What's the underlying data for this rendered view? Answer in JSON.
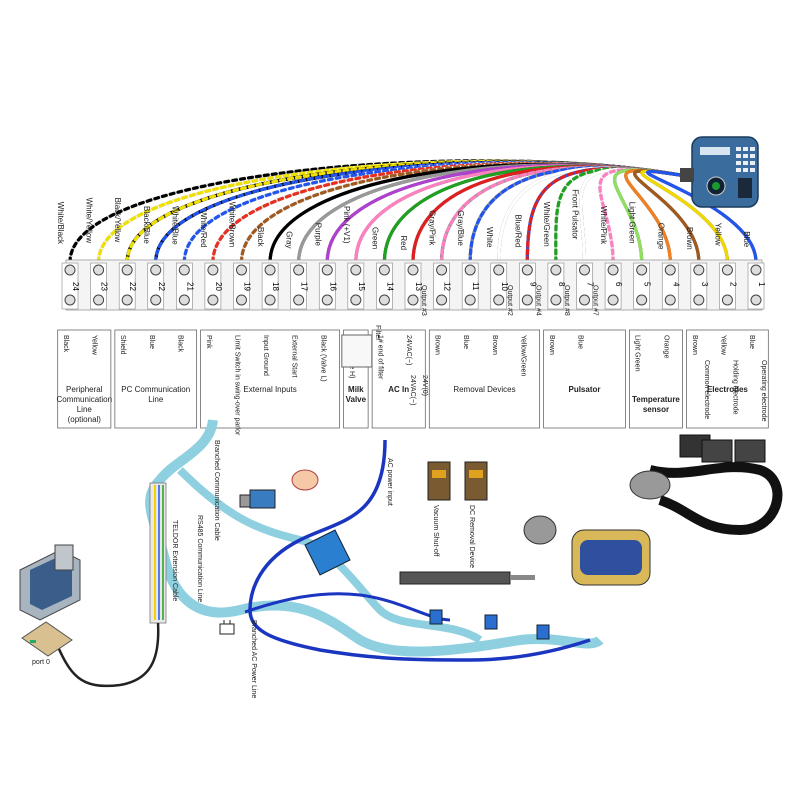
{
  "terminals": [
    {
      "num": "24",
      "wire": "White/Black",
      "color": "#ffffff",
      "color2": "#000000",
      "box": "Black"
    },
    {
      "num": "23",
      "wire": "White/Yellow",
      "color": "#ffffff",
      "color2": "#f0e000",
      "box": "Yellow"
    },
    {
      "num": "22",
      "wire": "Black/Yellow",
      "color": "#000000",
      "color2": "#f0e000",
      "box": "Shield"
    },
    {
      "num": "22",
      "wire": "Black/Blue",
      "color": "#000000",
      "color2": "#2255ee",
      "box": "Blue"
    },
    {
      "num": "21",
      "wire": "White/Blue",
      "color": "#ffffff",
      "color2": "#2255ee",
      "box": "Black"
    },
    {
      "num": "20",
      "wire": "White/Red",
      "color": "#ffffff",
      "color2": "#e83020",
      "box": "Pink"
    },
    {
      "num": "19",
      "wire": "White/Brown",
      "color": "#ffffff",
      "color2": "#a05a20",
      "box": "Limit Switch in swing-over parlor"
    },
    {
      "num": "18",
      "wire": "Black",
      "color": "#000000",
      "color2": "",
      "box": "Input Ground"
    },
    {
      "num": "17",
      "wire": "Gray",
      "color": "#999999",
      "color2": "",
      "box": "External Start"
    },
    {
      "num": "16",
      "wire": "Purple",
      "color": "#b040d0",
      "color2": "",
      "box": "Black (Valve L)"
    },
    {
      "num": "15",
      "wire": "Pink (+V1)",
      "color": "#ff80c0",
      "color2": "",
      "box": "Red (Valve H)"
    },
    {
      "num": "14",
      "wire": "Green",
      "color": "#20a020",
      "color2": "",
      "box": "1# end of filter"
    },
    {
      "num": "13",
      "wire": "Red",
      "color": "#e02020",
      "color2": "",
      "box": "24VAC(~)"
    },
    {
      "num": "12",
      "wire": "Gray/Pink",
      "color": "#999999",
      "color2": "#ff80c0",
      "box": "Brown"
    },
    {
      "num": "11",
      "wire": "Gray/Blue",
      "color": "#999999",
      "color2": "#2255ee",
      "box": "Blue"
    },
    {
      "num": "10",
      "wire": "White",
      "color": "#ffffff",
      "color2": "",
      "box": "Brown"
    },
    {
      "num": "9",
      "wire": "Blue/Red",
      "color": "#2255ee",
      "color2": "#e02020",
      "box": "Yellow/Green"
    },
    {
      "num": "8",
      "wire": "White/Green",
      "color": "#ffffff",
      "color2": "#20a020",
      "box": "Brown"
    },
    {
      "num": "7",
      "wire": "Front Pulsator",
      "color": "#ffffff",
      "color2": "",
      "box": "Blue"
    },
    {
      "num": "6",
      "wire": "White/Pink",
      "color": "#ffffff",
      "color2": "#ff80c0",
      "box": ""
    },
    {
      "num": "5",
      "wire": "Light Green",
      "color": "#90e060",
      "color2": "",
      "box": "Light Green"
    },
    {
      "num": "4",
      "wire": "Orange",
      "color": "#f08020",
      "color2": "",
      "box": "Orange"
    },
    {
      "num": "3",
      "wire": "Brown",
      "color": "#a05a20",
      "color2": "",
      "box": "Brown"
    },
    {
      "num": "2",
      "wire": "Yellow",
      "color": "#f0d800",
      "color2": "",
      "box": "Yellow"
    },
    {
      "num": "1",
      "wire": "Blue",
      "color": "#2255ee",
      "color2": "",
      "box": "Blue"
    }
  ],
  "groups": [
    {
      "label": "Peripheral Communication Line (optional)",
      "bold": false
    },
    {
      "label": "PC Communication Line",
      "bold": false
    },
    {
      "label": "External Inputs",
      "bold": false
    },
    {
      "label": "Milk Valve",
      "bold": true
    },
    {
      "label": "AC In",
      "bold": true
    },
    {
      "label": "Removal Devices",
      "bold": false
    },
    {
      "label": "Pulsator",
      "bold": true
    },
    {
      "label": "Temperature sensor",
      "bold": true
    },
    {
      "label": "Electrodes",
      "bold": true
    }
  ],
  "labels": {
    "filter": "Filter",
    "ac_voltage": "24VAC(~)",
    "dc_voltage": "24V(0)",
    "branched_comm": "Branched Communication Cable",
    "rs485": "RS485 Communication Line",
    "comm_cable": "TELDOR Extension Cable",
    "ac_power_input": "AC power input",
    "branched_ac": "Branched AC Power Line",
    "vacuum_shutoff": "Vacuum Shut-off",
    "dc_removal": "DC Removal Device",
    "port": "port 0",
    "output2": "Output #2",
    "output3": "Output #3",
    "output4": "Output #4",
    "output7": "Output #7",
    "output8": "Output #8",
    "common_electrode": "Common electrode",
    "holding_electrode": "Holding electrode",
    "operating_electrode": "Operating electrode"
  },
  "colors": {
    "cable_teal": "#8fd0e0",
    "blue_cable": "#1a35c0",
    "box_stroke": "#555555"
  }
}
